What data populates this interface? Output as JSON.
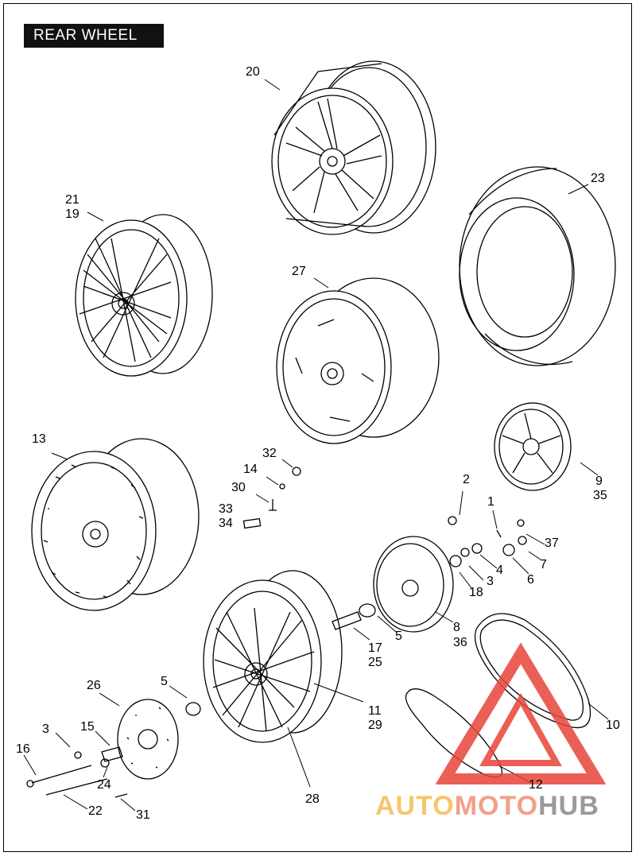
{
  "title": "REAR WHEEL",
  "callouts": [
    {
      "id": "c20",
      "text": "20"
    },
    {
      "id": "c23",
      "text": "23"
    },
    {
      "id": "c21",
      "text": "21"
    },
    {
      "id": "c19",
      "text": "19"
    },
    {
      "id": "c27",
      "text": "27"
    },
    {
      "id": "c13",
      "text": "13"
    },
    {
      "id": "c32",
      "text": "32"
    },
    {
      "id": "c14",
      "text": "14"
    },
    {
      "id": "c30",
      "text": "30"
    },
    {
      "id": "c33",
      "text": "33"
    },
    {
      "id": "c34",
      "text": "34"
    },
    {
      "id": "c9",
      "text": "9"
    },
    {
      "id": "c35",
      "text": "35"
    },
    {
      "id": "c2",
      "text": "2"
    },
    {
      "id": "c1",
      "text": "1"
    },
    {
      "id": "c37",
      "text": "37"
    },
    {
      "id": "c7",
      "text": "7"
    },
    {
      "id": "c4",
      "text": "4"
    },
    {
      "id": "c3a",
      "text": "3"
    },
    {
      "id": "c6",
      "text": "6"
    },
    {
      "id": "c18",
      "text": "18"
    },
    {
      "id": "c5a",
      "text": "5"
    },
    {
      "id": "c8",
      "text": "8"
    },
    {
      "id": "c36",
      "text": "36"
    },
    {
      "id": "c17",
      "text": "17"
    },
    {
      "id": "c25",
      "text": "25"
    },
    {
      "id": "c26",
      "text": "26"
    },
    {
      "id": "c5b",
      "text": "5"
    },
    {
      "id": "c11",
      "text": "11"
    },
    {
      "id": "c29",
      "text": "29"
    },
    {
      "id": "c10",
      "text": "10"
    },
    {
      "id": "c3b",
      "text": "3"
    },
    {
      "id": "c15",
      "text": "15"
    },
    {
      "id": "c16",
      "text": "16"
    },
    {
      "id": "c24",
      "text": "24"
    },
    {
      "id": "c22",
      "text": "22"
    },
    {
      "id": "c31",
      "text": "31"
    },
    {
      "id": "c28",
      "text": "28"
    },
    {
      "id": "c12",
      "text": "12"
    }
  ],
  "watermark": {
    "part1": "AUTO",
    "part2": "MOTO",
    "part3": "HUB"
  },
  "colors": {
    "line": "#000000",
    "watermark_red": "#e8443a",
    "watermark_yellow": "#f6c66e"
  }
}
